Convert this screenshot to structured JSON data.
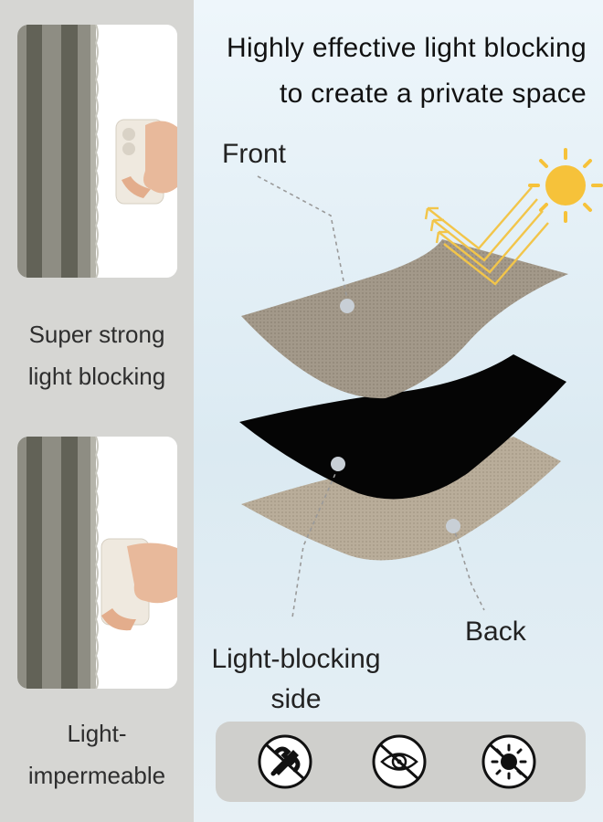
{
  "headline": {
    "line1": "Highly effective light blocking",
    "line2": "to create a private space"
  },
  "layers": {
    "front_label": "Front",
    "back_label": "Back",
    "side_label_line1": "Light-blocking",
    "side_label_line2": "side"
  },
  "left": {
    "caption1_line1": "Super strong",
    "caption1_line2": "light blocking",
    "caption2_line1": "Light-",
    "caption2_line2": "impermeable"
  },
  "icons": [
    "no-fading-icon",
    "no-see-through-icon",
    "no-sunlight-icon"
  ],
  "colors": {
    "beige_fabric": "#a3998a",
    "black_layer": "#050505",
    "back_fabric": "#b9ad9a",
    "sun": "#f6c23a",
    "curtain_stripe": "#6f6f66"
  }
}
